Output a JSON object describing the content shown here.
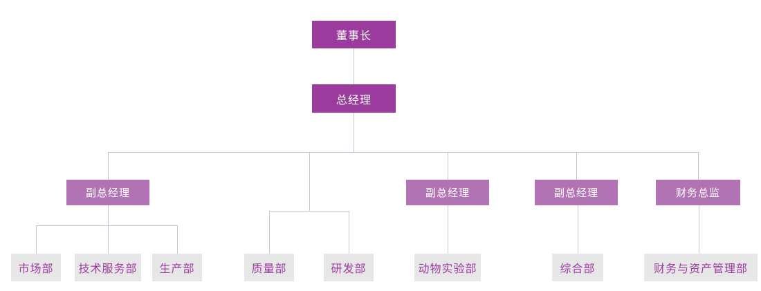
{
  "diagram": {
    "type": "org-chart",
    "colors": {
      "exec_fill": "#9c3b9e",
      "manager_fill": "#b273b4",
      "dept_fill": "#e8e7e8",
      "dept_text": "#9a3c9e",
      "exec_text": "#ffffff",
      "connector": "#bccbd7",
      "background": "#ffffff"
    },
    "nodes": {
      "chairman": "董事长",
      "general_manager": "总经理",
      "deputy_gm_1": "副总经理",
      "deputy_gm_2": "副总经理",
      "deputy_gm_3": "副总经理",
      "finance_director": "财务总监",
      "dept_market": "市场部",
      "dept_tech_service": "技术服务部",
      "dept_production": "生产部",
      "dept_quality": "质量部",
      "dept_rd": "研发部",
      "dept_animal_lab": "动物实验部",
      "dept_general": "综合部",
      "dept_finance_asset": "财务与资产管理部"
    },
    "hierarchy": [
      {
        "parent": "chairman",
        "children": [
          "general_manager"
        ]
      },
      {
        "parent": "general_manager",
        "children": [
          "deputy_gm_1",
          "unlabeled_branch",
          "deputy_gm_2",
          "deputy_gm_3",
          "finance_director"
        ]
      },
      {
        "parent": "deputy_gm_1",
        "children": [
          "dept_market",
          "dept_tech_service",
          "dept_production"
        ]
      },
      {
        "parent": "unlabeled_branch",
        "children": [
          "dept_quality",
          "dept_rd"
        ]
      },
      {
        "parent": "deputy_gm_2",
        "children": [
          "dept_animal_lab"
        ]
      },
      {
        "parent": "deputy_gm_3",
        "children": [
          "dept_general"
        ]
      },
      {
        "parent": "finance_director",
        "children": [
          "dept_finance_asset"
        ]
      }
    ]
  }
}
